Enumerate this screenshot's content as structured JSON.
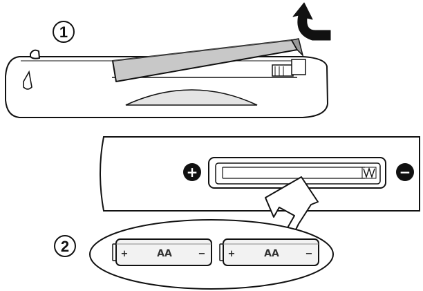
{
  "steps": [
    {
      "number": "1"
    },
    {
      "number": "2"
    }
  ],
  "batteries": [
    {
      "type": "AA",
      "plus": "+",
      "minus": "−"
    },
    {
      "type": "AA",
      "plus": "+",
      "minus": "−"
    }
  ],
  "compartment": {
    "positive_symbol": "+",
    "negative_symbol": "−"
  },
  "icons": {
    "lift_arrow": "curved-arrow-icon",
    "insert_arrow": "insert-arrow-icon",
    "positive": "plus-icon",
    "negative": "minus-icon"
  },
  "colors": {
    "line": "#111111",
    "cover_fill": "#c8c8c8",
    "window_fill": "#e4e4e4",
    "battery_fill": "#f2f2f2",
    "background": "#ffffff"
  }
}
